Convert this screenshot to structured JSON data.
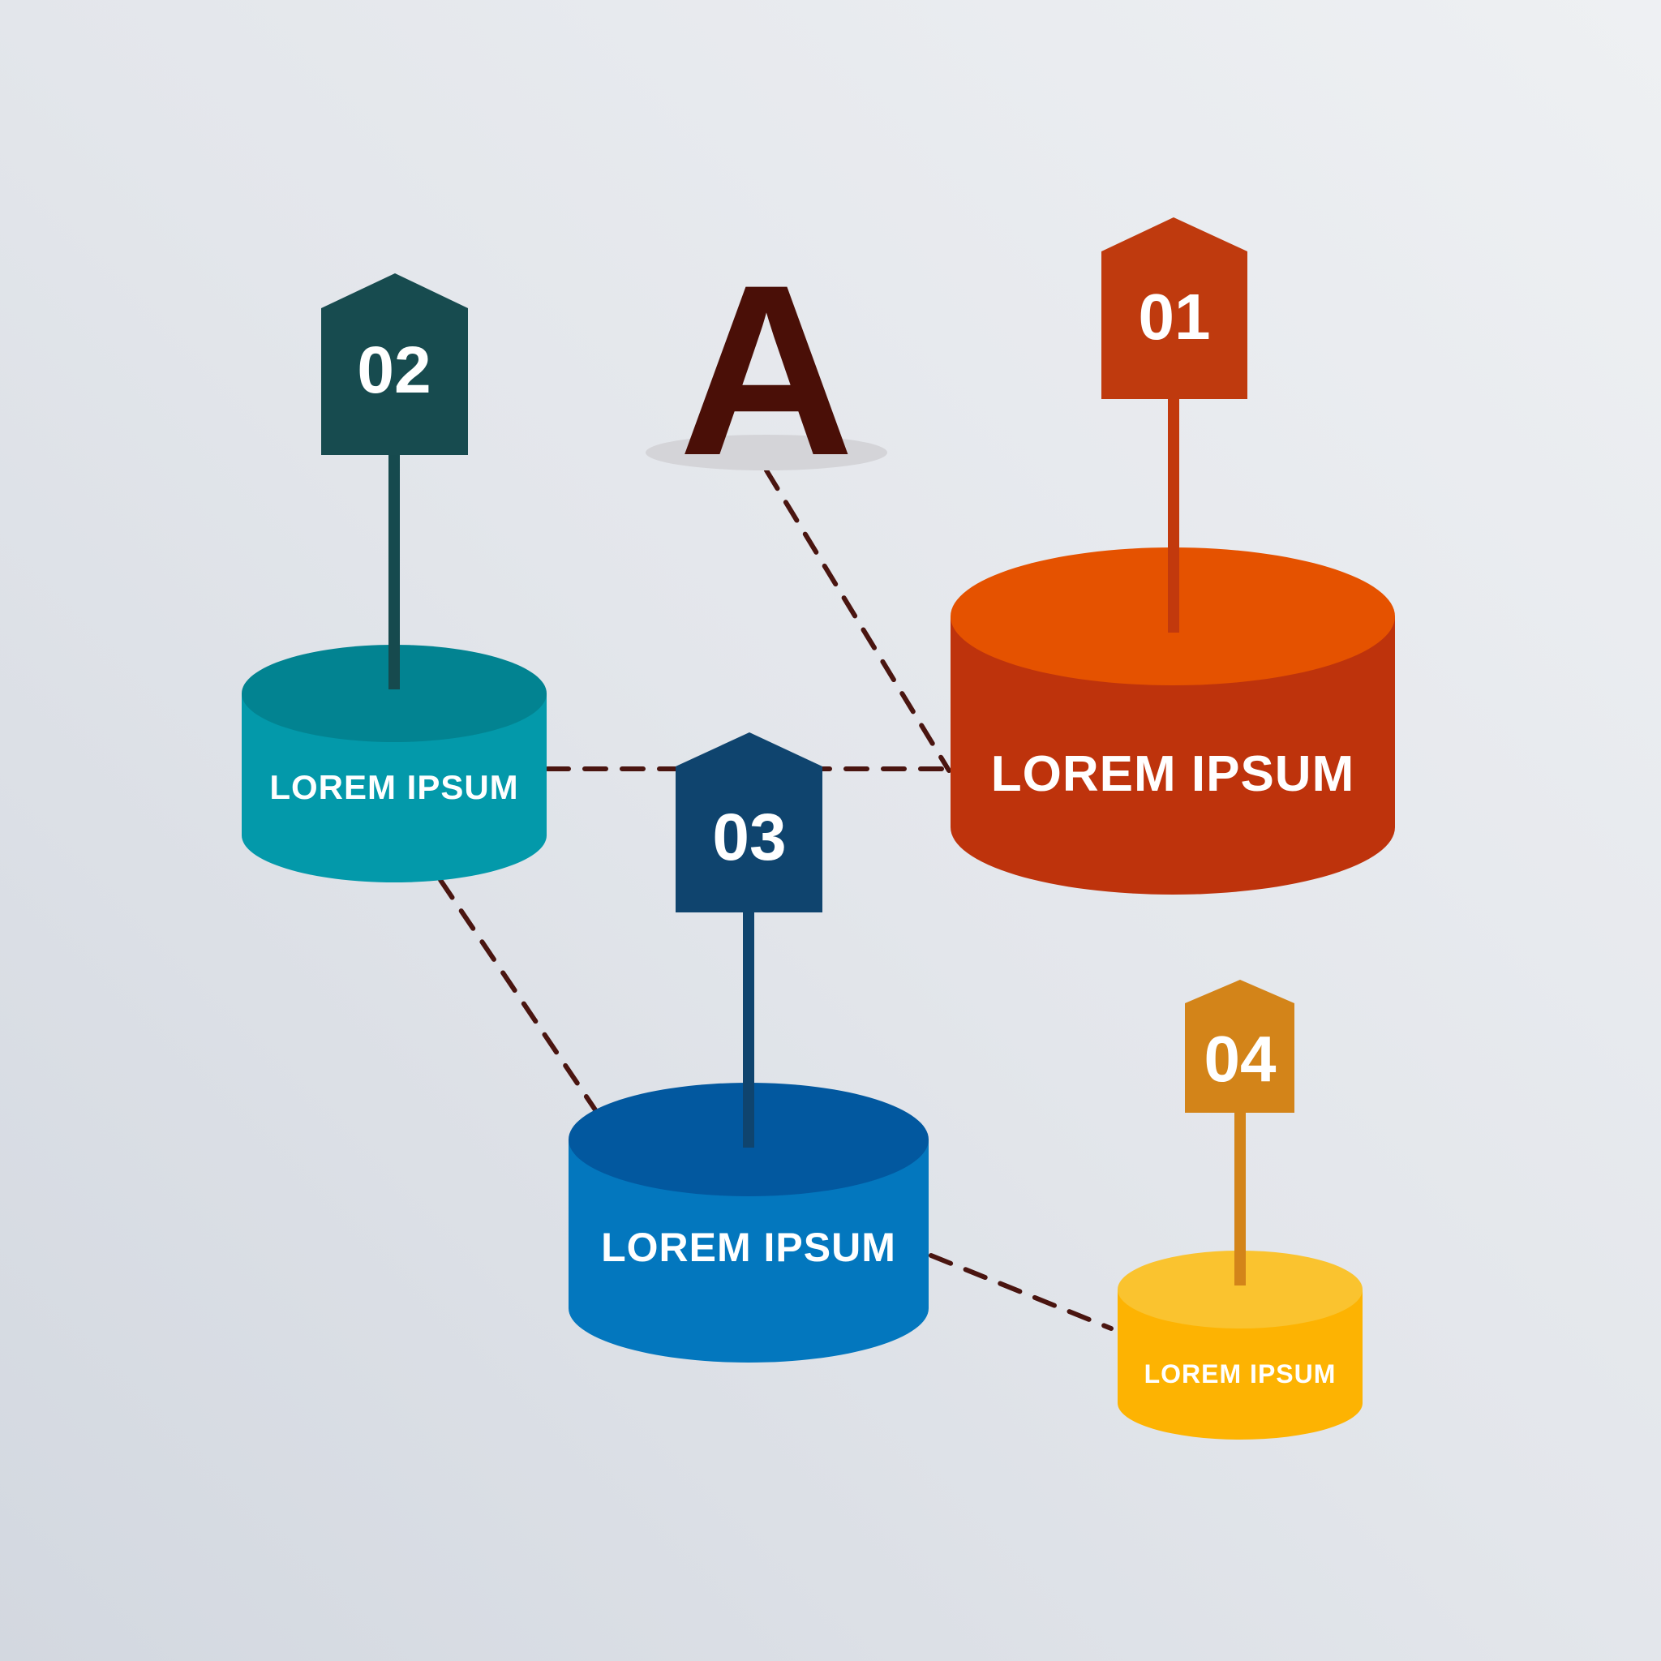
{
  "colors": {
    "background_top": "#eef0f3",
    "background_bottom": "#d3d8e0",
    "connector": "#4a1510",
    "letter": "#4a0f07",
    "letter_shadow": "#d4d4d8"
  },
  "center_letter": "A",
  "nodes": [
    {
      "id": "01",
      "number": "01",
      "label": "LOREM IPSUM",
      "flag_color": "#bf3a0e",
      "top_color": "#e55200",
      "side_color": "#be330c",
      "pole_color": "#c2390d"
    },
    {
      "id": "02",
      "number": "02",
      "label": "LOREM IPSUM",
      "flag_color": "#174b4f",
      "top_color": "#028391",
      "side_color": "#0399aa",
      "pole_color": "#164a4e"
    },
    {
      "id": "03",
      "number": "03",
      "label": "LOREM IPSUM",
      "flag_color": "#0f446e",
      "top_color": "#02589f",
      "side_color": "#0377be",
      "pole_color": "#0f446e"
    },
    {
      "id": "04",
      "number": "04",
      "label": "LOREM IPSUM",
      "flag_color": "#d38419",
      "top_color": "#fac32f",
      "side_color": "#fdb302",
      "pole_color": "#d38419"
    }
  ]
}
